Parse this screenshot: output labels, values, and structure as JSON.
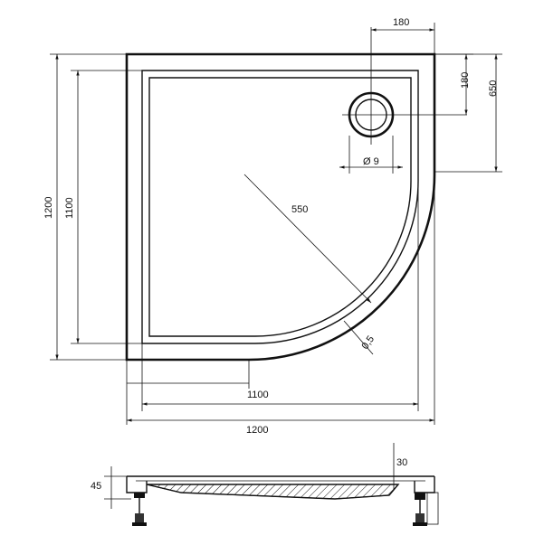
{
  "dimensions": {
    "outer_width": "1200",
    "outer_height": "1200",
    "inner_width": "1100",
    "inner_height": "1100",
    "radius": "550",
    "drain_offset_x": "180",
    "drain_offset_y": "180",
    "drain_to_curve": "650",
    "drain_diameter": "Ø 9",
    "rim_width": "0,5",
    "side_height": "45",
    "base_depth": "30"
  }
}
